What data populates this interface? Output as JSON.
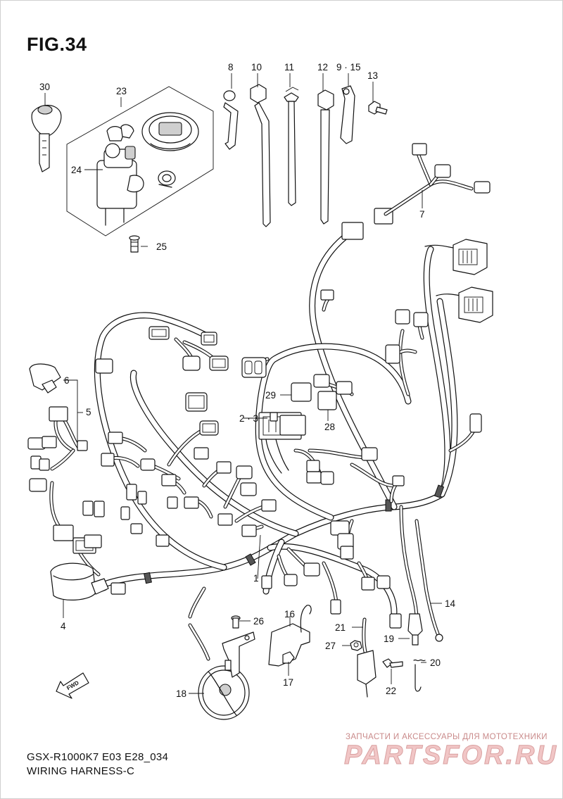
{
  "header": {
    "figure_label": "FIG.34"
  },
  "footer": {
    "model_code": "GSX-R1000K7 E03 E28_034",
    "section_title": "WIRING HARNESS-C"
  },
  "watermark": {
    "tagline": "ЗАПЧАСТИ И АКСЕССУАРЫ ДЛЯ МОТОТЕХНИКИ",
    "brand": "PARTSFOR.RU"
  },
  "direction_arrow": {
    "label": "FWD"
  },
  "callouts": [
    {
      "id": "1",
      "label": "1"
    },
    {
      "id": "2-3",
      "label": "2 · 3"
    },
    {
      "id": "4",
      "label": "4"
    },
    {
      "id": "5",
      "label": "5"
    },
    {
      "id": "6",
      "label": "6"
    },
    {
      "id": "7",
      "label": "7"
    },
    {
      "id": "8",
      "label": "8"
    },
    {
      "id": "9-15",
      "label": "9 · 15"
    },
    {
      "id": "10",
      "label": "10"
    },
    {
      "id": "11",
      "label": "11"
    },
    {
      "id": "12",
      "label": "12"
    },
    {
      "id": "13",
      "label": "13"
    },
    {
      "id": "14",
      "label": "14"
    },
    {
      "id": "16",
      "label": "16"
    },
    {
      "id": "17",
      "label": "17"
    },
    {
      "id": "18",
      "label": "18"
    },
    {
      "id": "19",
      "label": "19"
    },
    {
      "id": "20",
      "label": "20"
    },
    {
      "id": "21",
      "label": "21"
    },
    {
      "id": "22",
      "label": "22"
    },
    {
      "id": "23",
      "label": "23"
    },
    {
      "id": "24",
      "label": "24"
    },
    {
      "id": "25",
      "label": "25"
    },
    {
      "id": "26",
      "label": "26"
    },
    {
      "id": "27",
      "label": "27"
    },
    {
      "id": "28",
      "label": "28"
    },
    {
      "id": "29",
      "label": "29"
    },
    {
      "id": "30",
      "label": "30"
    }
  ]
}
